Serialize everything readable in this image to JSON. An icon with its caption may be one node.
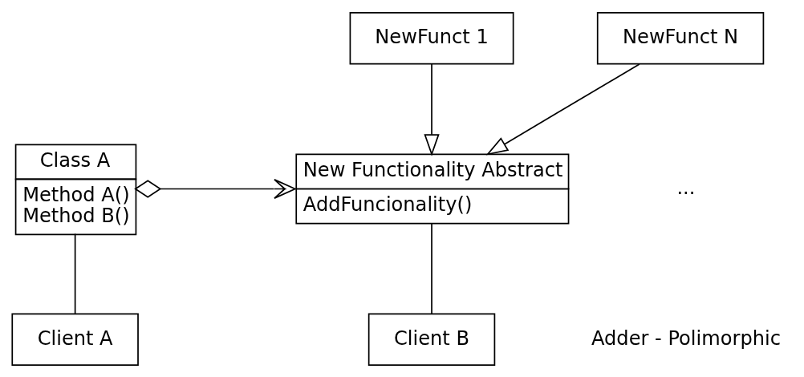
{
  "diagram": {
    "nodes": [
      {
        "text": [
          "Class A",
          "Method A()",
          "Method B()"
        ]
      },
      {
        "text": [
          "New Functionality Abstract",
          "AddFuncionality()"
        ]
      },
      {
        "text": [
          "NewFunct 1"
        ]
      },
      {
        "text": [
          "NewFunct N"
        ]
      },
      {
        "text": [
          "Client A"
        ]
      },
      {
        "text": [
          "Client B"
        ]
      }
    ],
    "edges": [
      {
        "from": 0,
        "to": 1,
        "arrow": "to"
      },
      {
        "from": 2,
        "to": 1,
        "arrow": "to"
      },
      {
        "from": 3,
        "to": 1,
        "arrow": "to"
      },
      {
        "from": 0,
        "to": 4,
        "arrow": "none"
      },
      {
        "from": 1,
        "to": 5,
        "arrow": "none"
      }
    ],
    "labels": [
      "...",
      "Adder - Polimorphic"
    ]
  }
}
